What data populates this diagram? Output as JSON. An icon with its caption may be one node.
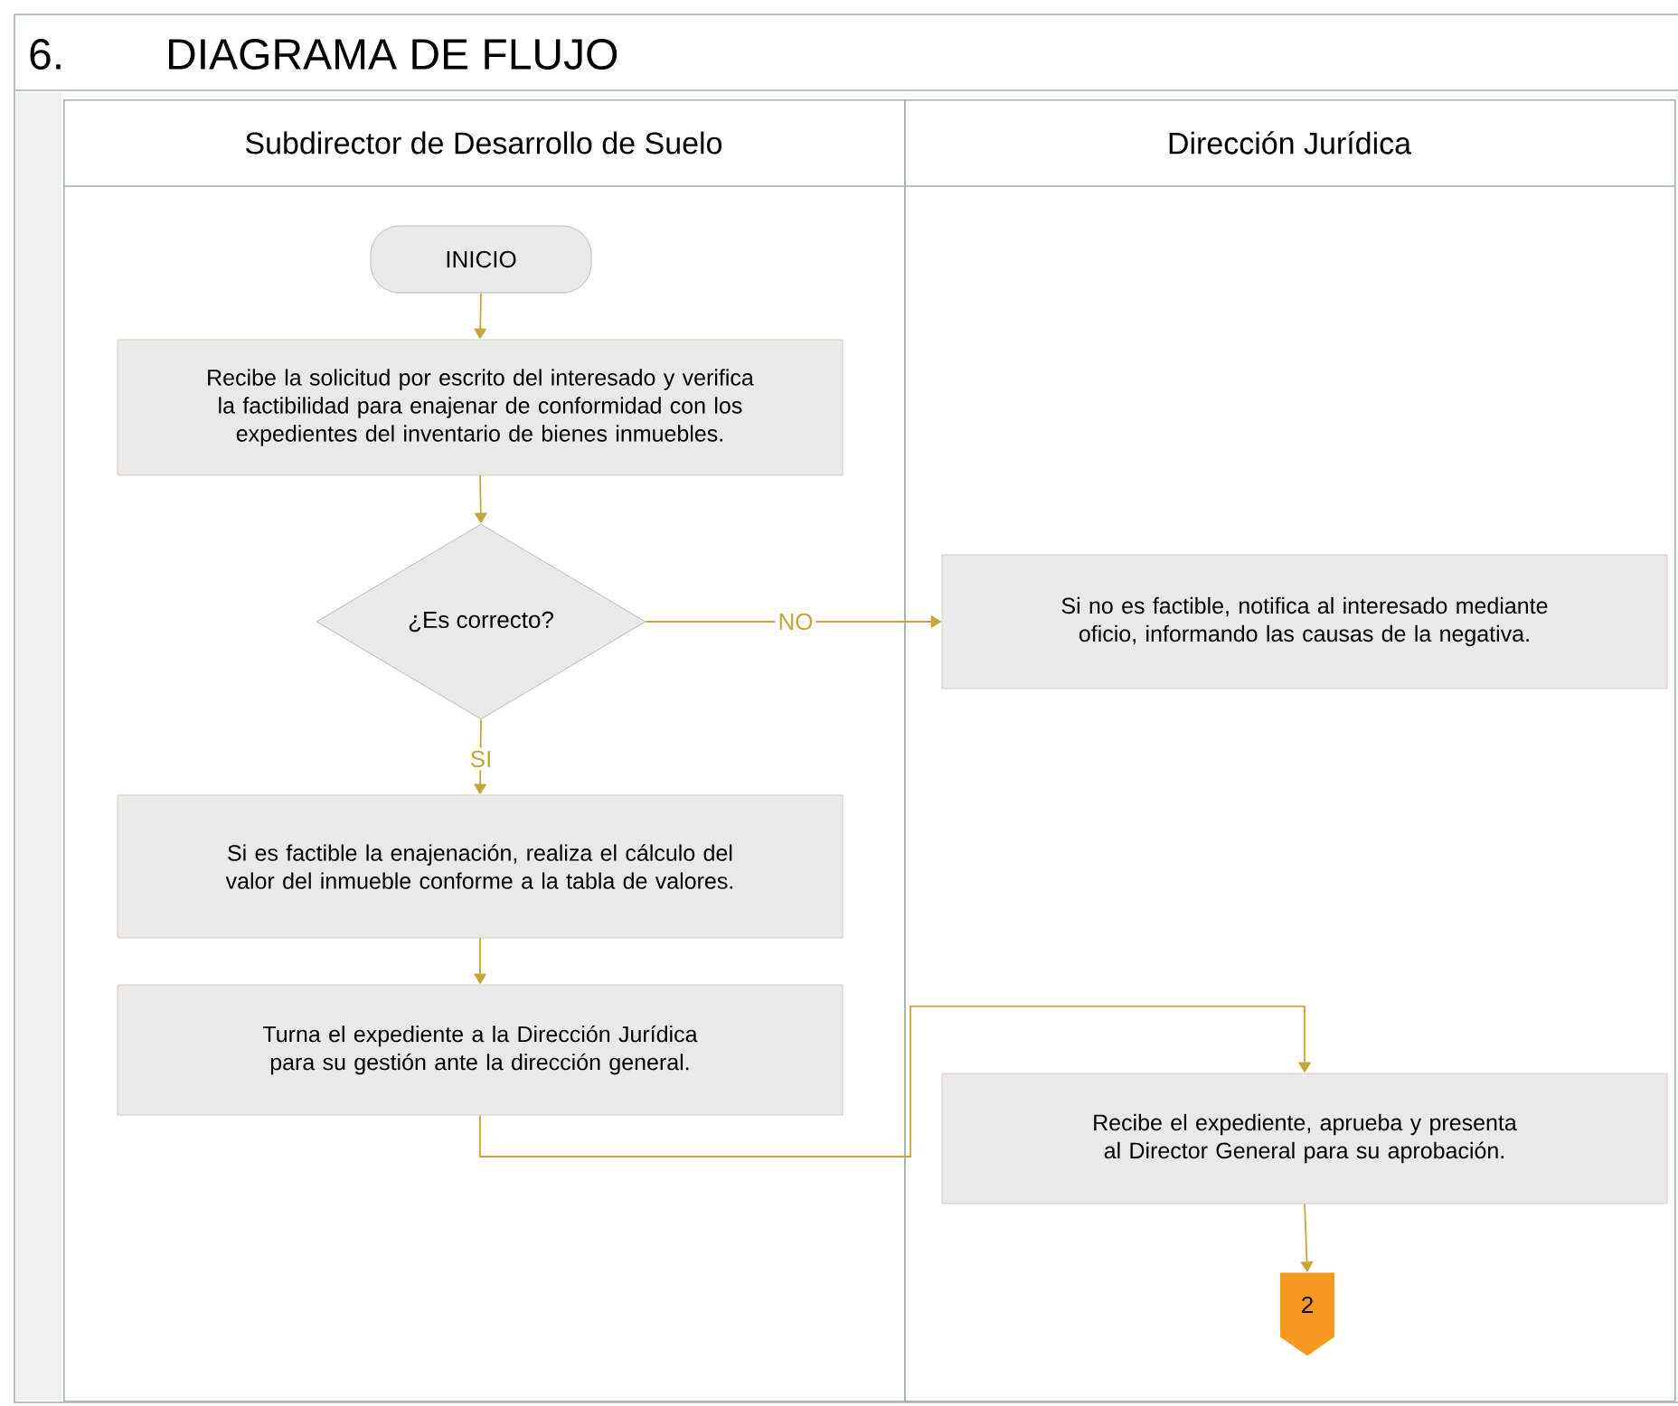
{
  "diagram": {
    "title": "DIAGRAMA DE FLUJO",
    "nodes": [
      {
        "text": [
          "Subdirector de Desarrollo de Suelo"
        ]
      },
      {
        "text": [
          "Dirección Jurídica"
        ]
      },
      {
        "text": [
          "INICIO"
        ],
        "in": 0
      },
      {
        "text": [
          "Recibe la solicitud por escrito del interesado y verifica la factibilidad para enajenar de conformidad con los expedientes del inventario de bienes inmuebles."
        ],
        "in": 0
      },
      {
        "text": [
          "¿Es correcto?"
        ],
        "in": 0
      },
      {
        "text": [
          "Si no es factible, notifica al interesado mediante oficio, informando las causas de la negativa."
        ],
        "in": 1
      },
      {
        "text": [
          "Si es factible la enajenación, realiza el cálculo del valor del inmueble conforme a la tabla de valores."
        ],
        "in": 0
      },
      {
        "text": [
          "Turna el expediente a la Dirección Jurídica para su gestión ante la dirección general."
        ],
        "in": 0
      },
      {
        "text": [
          "Recibe el expediente, aprueba y presenta al Director General para su aprobación."
        ],
        "in": 1
      },
      {
        "text": [
          "2"
        ],
        "in": 1
      }
    ],
    "edges": [
      {
        "from": 2,
        "to": 3,
        "arrow": "to"
      },
      {
        "from": 3,
        "to": 4,
        "arrow": "to"
      },
      {
        "from": 4,
        "to": 5,
        "arrow": "to",
        "label": "NO"
      },
      {
        "from": 4,
        "to": 6,
        "arrow": "to",
        "label": "SI"
      },
      {
        "from": 6,
        "to": 7,
        "arrow": "to"
      },
      {
        "from": 7,
        "to": 8,
        "arrow": "to"
      },
      {
        "from": 8,
        "to": 9,
        "arrow": "to"
      }
    ],
    "labels": [
      "6."
    ]
  }
}
